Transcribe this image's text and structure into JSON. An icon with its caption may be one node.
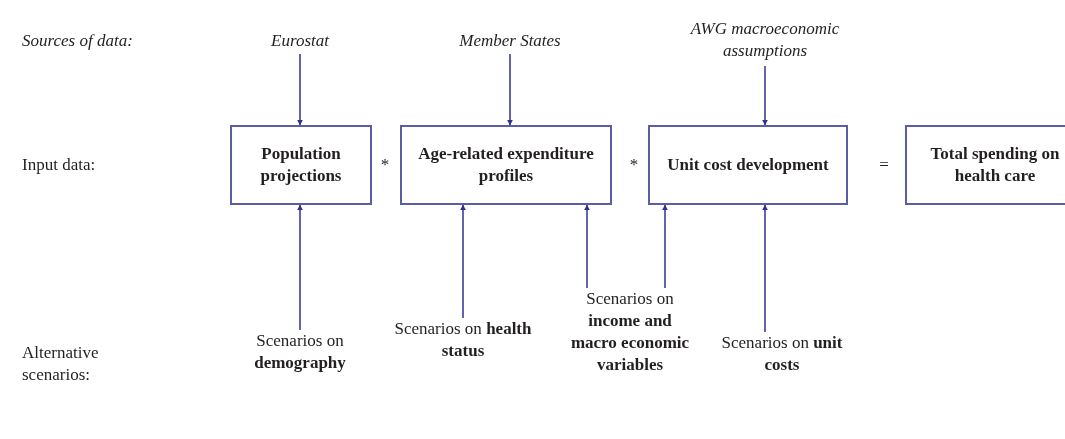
{
  "diagram": {
    "nodes": [
      {
        "text": [
          "Eurostat"
        ]
      },
      {
        "text": [
          "Member States"
        ]
      },
      {
        "text": [
          "AWG macroeconomic assumptions"
        ]
      },
      {
        "text": [
          "Population projections"
        ]
      },
      {
        "text": [
          "Age-related expenditure profiles"
        ]
      },
      {
        "text": [
          "Unit cost development"
        ]
      },
      {
        "text": [
          "Total spending on health care"
        ]
      },
      {
        "text": [
          "Scenarios on **demography**"
        ]
      },
      {
        "text": [
          "Scenarios on **health status**"
        ]
      },
      {
        "text": [
          "Scenarios on **income and macro economic variables**"
        ]
      },
      {
        "text": [
          "Scenarios on **unit costs**"
        ]
      }
    ],
    "edges": [
      {
        "from": 0,
        "to": 3,
        "arrow": "to"
      },
      {
        "from": 1,
        "to": 4,
        "arrow": "to"
      },
      {
        "from": 2,
        "to": 5,
        "arrow": "to"
      },
      {
        "from": 7,
        "to": 3,
        "arrow": "to"
      },
      {
        "from": 8,
        "to": 4,
        "arrow": "to"
      },
      {
        "from": 9,
        "to": 4,
        "arrow": "to"
      },
      {
        "from": 9,
        "to": 5,
        "arrow": "to"
      },
      {
        "from": 10,
        "to": 5,
        "arrow": "to"
      }
    ],
    "labels": [
      "Sources of data:",
      "Input data:",
      "*",
      "*",
      "=",
      "Alternative scenarios:"
    ]
  }
}
